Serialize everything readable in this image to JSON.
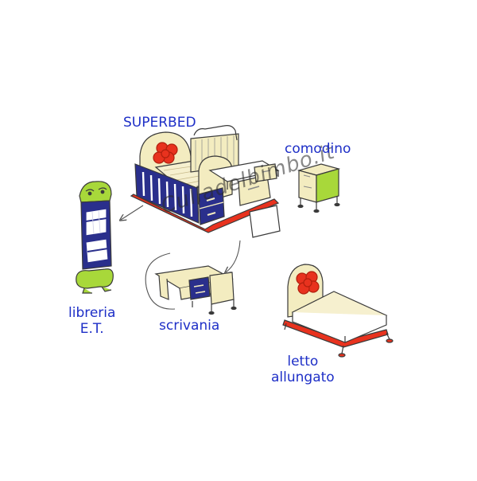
{
  "labels": {
    "superbed": "SUPERBED",
    "comodino": "comodino",
    "libreria_line1": "libreria",
    "libreria_line2": "E.T.",
    "scrivania": "scrivania",
    "letto_line1": "letto",
    "letto_line2": "allungato"
  },
  "watermark": "Culladelbimbo.it",
  "colors": {
    "label_text": "#1e2fc7",
    "navy_panel": "#2a2f8c",
    "flower_red": "#e8321e",
    "cream_wood": "#f3ecc0",
    "lime_green": "#a8d83a",
    "outline": "#3a3a3a"
  }
}
